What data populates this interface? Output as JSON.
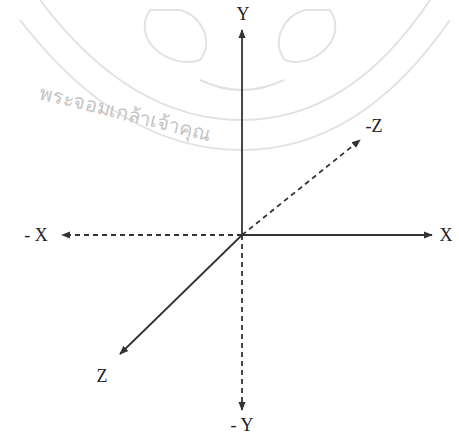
{
  "diagram": {
    "labels": [
      "Y",
      "-Z",
      "- X",
      "X",
      "Z",
      "- Y",
      "พระจอมเกล้าเจ้าคุณ"
    ]
  }
}
